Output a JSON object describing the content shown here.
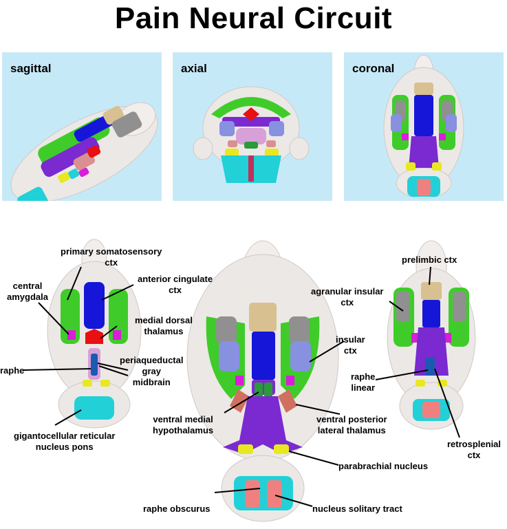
{
  "title": "Pain Neural Circuit",
  "views": [
    "sagittal",
    "axial",
    "coronal"
  ],
  "labels": {
    "primary_somatosensory": "primary somatosensory\nctx",
    "anterior_cingulate": "anterior cingulate\nctx",
    "central_amygdala": "central\namygdala",
    "medial_dorsal_thalamus": "medial dorsal\nthalamus",
    "raphe": "raphe",
    "periaqueductal": "periaqueductal\ngray\nmidbrain",
    "gigantocellular": "gigantocellular reticular\nnucleus pons",
    "ventral_medial_hypothalamus": "ventral medial\nhypothalamus",
    "ventral_posterior_lateral": "ventral posterior\nlateral thalamus",
    "parabrachial": "parabrachial nucleus",
    "raphe_obscurus": "raphe obscurus",
    "nucleus_solitary": "nucleus solitary tract",
    "prelimbic": "prelimbic ctx",
    "agranular_insular": "agranular insular\nctx",
    "insular": "insular\nctx",
    "raphe_linear": "raphe\nlinear",
    "retrosplenial": "retrosplenial\nctx"
  },
  "colors": {
    "panel_bg": "#c6e9f7",
    "brain": "#ece8e6",
    "somatosensory": "#3fcc2a",
    "cingulate": "#1616d8",
    "amygdala": "#d81ed8",
    "thalamus": "#e81010",
    "periaqueductal": "#7a2ad0",
    "raphe": "#1a5ab0",
    "gigantocellular": "#22d0d8",
    "hypothalamus": "#d89090",
    "parabrachial": "#e8e820",
    "prelimbic": "#d8c090",
    "agranular": "#909090",
    "insular": "#8890e0",
    "solitary": "#f08080",
    "vpl": "#d07060",
    "vmh": "#2a9a3a"
  }
}
